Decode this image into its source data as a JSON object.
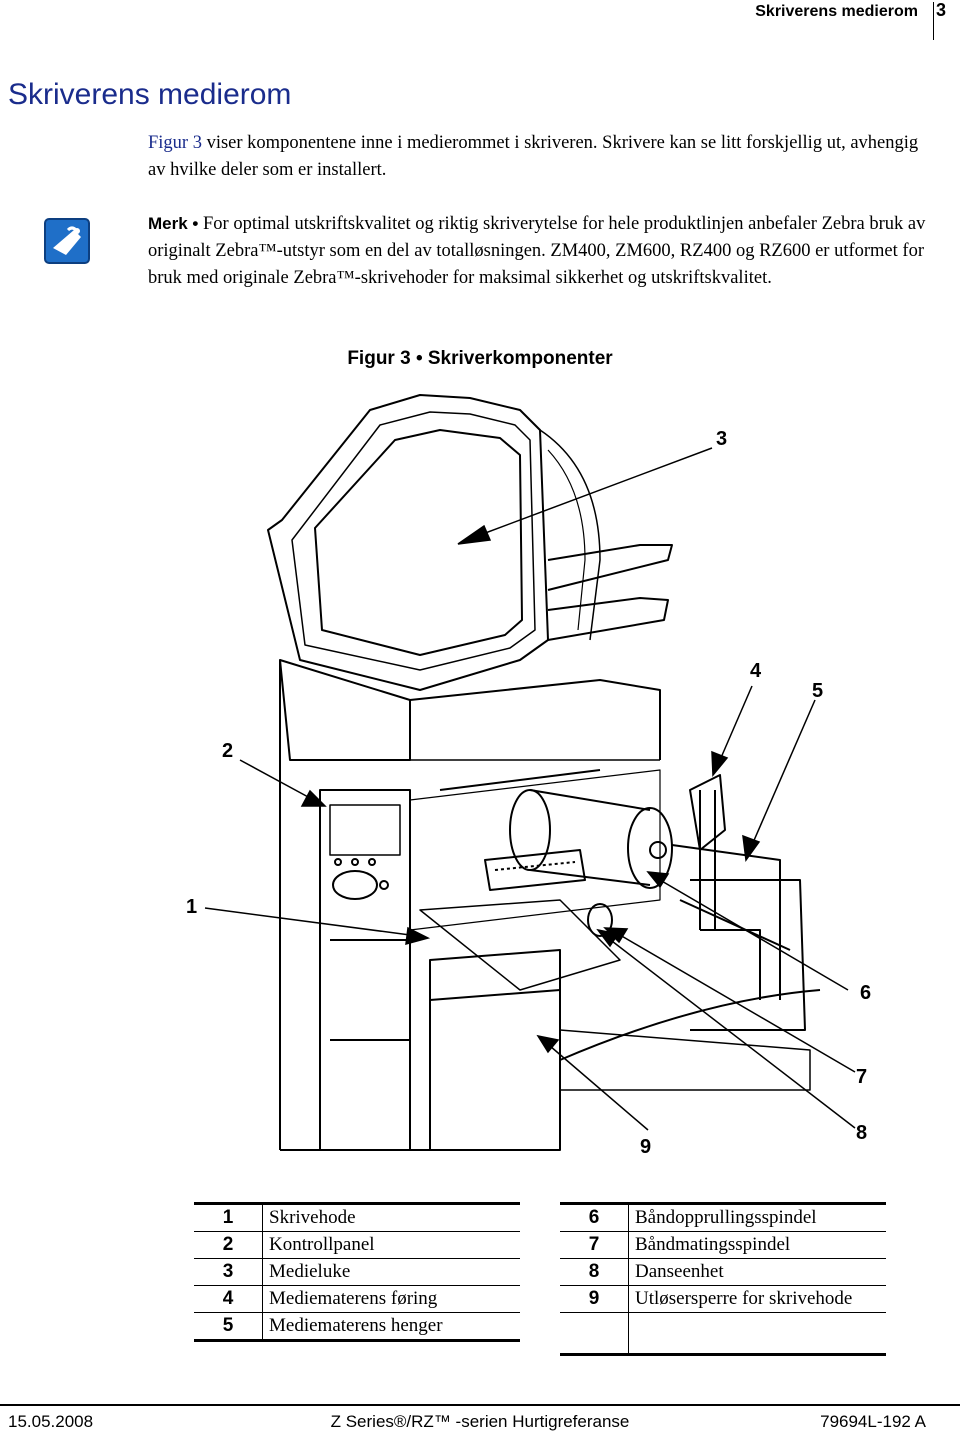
{
  "header": {
    "section": "Skriverens medierom",
    "page_number": "3"
  },
  "title": "Skriverens medierom",
  "intro": {
    "link_text": "Figur 3",
    "text": " viser komponentene inne i medierommet i skriveren. Skrivere kan se litt forskjellig ut, avhengig av hvilke deler som er installert."
  },
  "note": {
    "lead": "Merk •",
    "text": " For optimal utskriftskvalitet og riktig skriverytelse for hele produktlinjen anbefaler Zebra bruk av originalt Zebra™-utstyr som en del av totalløsningen. ZM400, ZM600, RZ400 og RZ600 er utformet for bruk med originale Zebra™-skrivehoder for maksimal sikkerhet og utskriftskvalitet.",
    "icon": "note-hand-icon"
  },
  "figure": {
    "caption": "Figur 3 • Skriverkomponenter",
    "callouts": [
      "1",
      "2",
      "3",
      "4",
      "5",
      "6",
      "7",
      "8",
      "9"
    ]
  },
  "legend_left": [
    {
      "num": "1",
      "label": "Skrivehode"
    },
    {
      "num": "2",
      "label": "Kontrollpanel"
    },
    {
      "num": "3",
      "label": "Medieluke"
    },
    {
      "num": "4",
      "label": "Mediematerens føring"
    },
    {
      "num": "5",
      "label": "Mediematerens henger"
    }
  ],
  "legend_right": [
    {
      "num": "6",
      "label": "Båndopprullingsspindel"
    },
    {
      "num": "7",
      "label": "Båndmatingsspindel"
    },
    {
      "num": "8",
      "label": "Danseenhet"
    },
    {
      "num": "9",
      "label": "Utløsersperre for skrivehode"
    }
  ],
  "footer": {
    "date": "15.05.2008",
    "doc": "Z Series®/RZ™ -serien Hurtigreferanse",
    "code": "79694L-192 A"
  }
}
